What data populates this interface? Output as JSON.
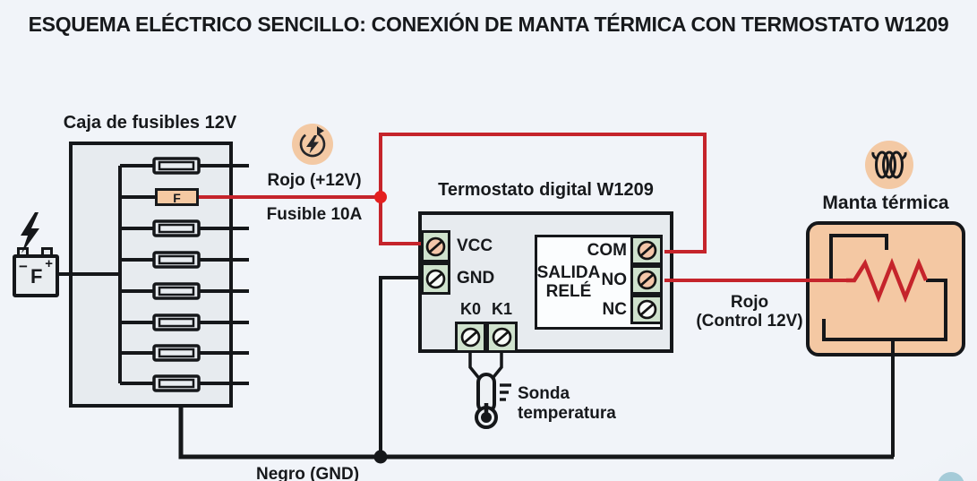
{
  "title": "ESQUEMA ELÉCTRICO SENCILLO: CONEXIÓN DE MANTA TÉRMICA CON TERMOSTATO W1209",
  "fuse_box": {
    "label": "Caja de fusibles 12V",
    "highlight_fuse_letter": "F"
  },
  "battery": {
    "minus_label": "−",
    "label": "F",
    "plus_label": "+"
  },
  "power_feed": {
    "wire_label": "Rojo (+12V)",
    "fuse_label": "Fusible 10A"
  },
  "thermostat": {
    "title": "Termostato digital W1209",
    "vcc": "VCC",
    "gnd": "GND",
    "k0": "K0",
    "k1": "K1",
    "relay_line1": "SALIDA",
    "relay_line2": "RELÉ",
    "com": "COM",
    "no": "NO",
    "nc": "NC"
  },
  "control_wire": {
    "line1": "Rojo",
    "line2": "(Control 12V)"
  },
  "sensor": {
    "line1": "Sonda",
    "line2": "temperatura"
  },
  "blanket": {
    "label": "Manta térmica"
  },
  "ground_wire": {
    "label": "Negro (GND)"
  },
  "colors": {
    "wire_red": "#c5242b",
    "wire_black": "#15171a",
    "accent_peach": "#f4c8a3",
    "terminal_green": "#cfe2cd",
    "background": "#eef1f6"
  }
}
